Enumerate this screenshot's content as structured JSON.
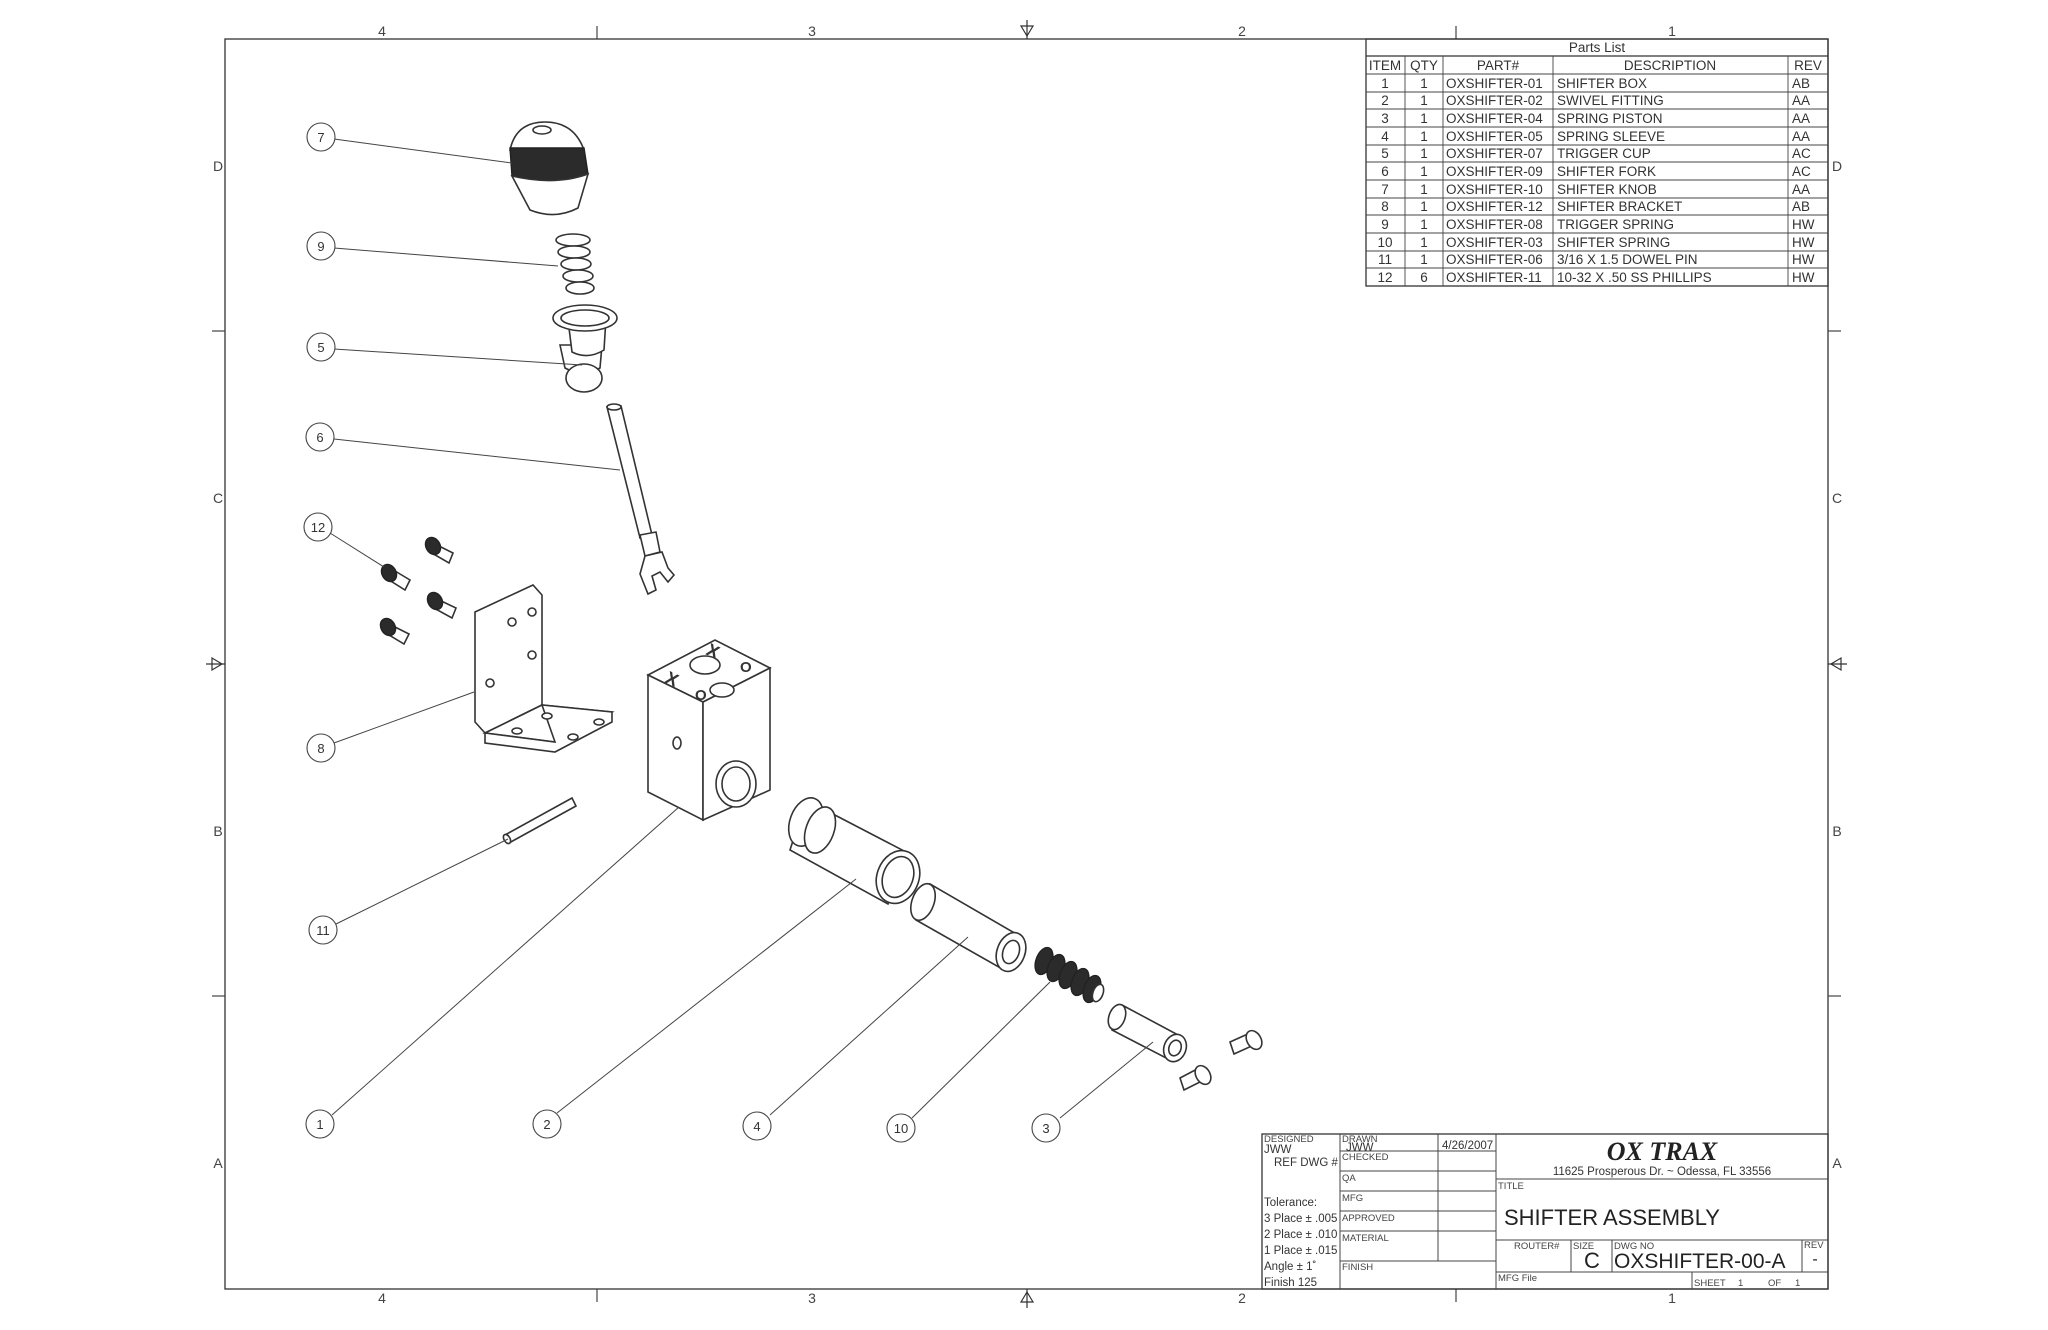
{
  "sheet": {
    "zone_columns": [
      "4",
      "3",
      "2",
      "1"
    ],
    "zone_rows": [
      "D",
      "C",
      "B",
      "A"
    ]
  },
  "parts_list": {
    "title": "Parts List",
    "headers": [
      "ITEM",
      "QTY",
      "PART#",
      "DESCRIPTION",
      "REV"
    ],
    "rows": [
      [
        "1",
        "1",
        "OXSHIFTER-01",
        "SHIFTER BOX",
        "AB"
      ],
      [
        "2",
        "1",
        "OXSHIFTER-02",
        "SWIVEL FITTING",
        "AA"
      ],
      [
        "3",
        "1",
        "OXSHIFTER-04",
        "SPRING PISTON",
        "AA"
      ],
      [
        "4",
        "1",
        "OXSHIFTER-05",
        "SPRING SLEEVE",
        "AA"
      ],
      [
        "5",
        "1",
        "OXSHIFTER-07",
        "TRIGGER CUP",
        "AC"
      ],
      [
        "6",
        "1",
        "OXSHIFTER-09",
        "SHIFTER FORK",
        "AC"
      ],
      [
        "7",
        "1",
        "OXSHIFTER-10",
        "SHIFTER KNOB",
        "AA"
      ],
      [
        "8",
        "1",
        "OXSHIFTER-12",
        "SHIFTER BRACKET",
        "AB"
      ],
      [
        "9",
        "1",
        "OXSHIFTER-08",
        "TRIGGER SPRING",
        "HW"
      ],
      [
        "10",
        "1",
        "OXSHIFTER-03",
        "SHIFTER SPRING",
        "HW"
      ],
      [
        "11",
        "1",
        "OXSHIFTER-06",
        "3/16 X 1.5 DOWEL PIN",
        "HW"
      ],
      [
        "12",
        "6",
        "OXSHIFTER-11",
        "10-32 X .50 SS PHILLIPS",
        "HW"
      ]
    ]
  },
  "balloons": [
    "7",
    "9",
    "5",
    "6",
    "12",
    "8",
    "11",
    "1",
    "2",
    "4",
    "10",
    "3"
  ],
  "title_block": {
    "designed_label": "DESIGNED",
    "designed_value": "JWW",
    "ref_dwg": "REF DWG #",
    "drawn_label": "DRAWN",
    "drawn_value": "JWW",
    "drawn_date": "4/26/2007",
    "checked": "CHECKED",
    "qa": "QA",
    "mfg": "MFG",
    "approved": "APPROVED",
    "material": "MATERIAL",
    "finish": "FINISH",
    "tolerance": "Tolerance:",
    "tol_3": "3 Place ± .005",
    "tol_2": "2 Place ± .010",
    "tol_1": "1 Place ± .015",
    "tol_angle": "Angle ± 1˚",
    "tol_finish": "Finish 125",
    "company": "OX TRAX",
    "address": "11625 Prosperous Dr. ~ Odessa, FL 33556",
    "title_label": "TITLE",
    "title": "SHIFTER ASSEMBLY",
    "router_label": "ROUTER#",
    "size_label": "SIZE",
    "size": "C",
    "dwg_label": "DWG NO",
    "dwg_no": "OXSHIFTER-00-A",
    "rev_label": "REV",
    "rev": "-",
    "mfg_file": "MFG File",
    "sheet_label": "SHEET",
    "sheet_no": "1",
    "of_label": "OF",
    "sheet_total": "1"
  }
}
